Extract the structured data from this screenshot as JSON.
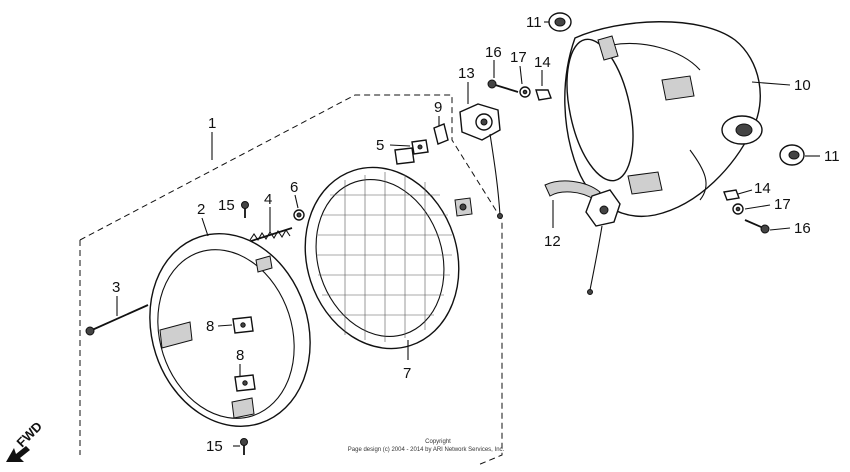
{
  "callouts": [
    {
      "id": "c1",
      "label": "1"
    },
    {
      "id": "c2",
      "label": "2"
    },
    {
      "id": "c3",
      "label": "3"
    },
    {
      "id": "c4",
      "label": "4"
    },
    {
      "id": "c5",
      "label": "5"
    },
    {
      "id": "c6",
      "label": "6"
    },
    {
      "id": "c7",
      "label": "7"
    },
    {
      "id": "c8a",
      "label": "8"
    },
    {
      "id": "c8b",
      "label": "8"
    },
    {
      "id": "c9",
      "label": "9"
    },
    {
      "id": "c10",
      "label": "10"
    },
    {
      "id": "c11a",
      "label": "11"
    },
    {
      "id": "c11b",
      "label": "11"
    },
    {
      "id": "c12",
      "label": "12"
    },
    {
      "id": "c13",
      "label": "13"
    },
    {
      "id": "c14a",
      "label": "14"
    },
    {
      "id": "c14b",
      "label": "14"
    },
    {
      "id": "c15a",
      "label": "15"
    },
    {
      "id": "c15b",
      "label": "15"
    },
    {
      "id": "c16a",
      "label": "16"
    },
    {
      "id": "c16b",
      "label": "16"
    },
    {
      "id": "c17a",
      "label": "17"
    },
    {
      "id": "c17b",
      "label": "17"
    }
  ],
  "fwd_label": "FWD",
  "copyright": {
    "line1": "Copyright",
    "line2": "Page design (c) 2004 - 2014 by ARI Network Services, Inc."
  }
}
